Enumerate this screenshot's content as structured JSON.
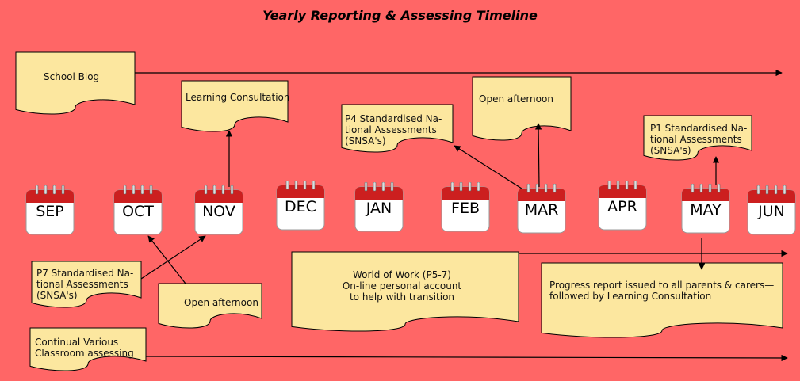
{
  "title": "Yearly Reporting & Assessing Timeline",
  "months": [
    "SEP",
    "OCT",
    "NOV",
    "DEC",
    "JAN",
    "FEB",
    "MAR",
    "APR",
    "MAY",
    "JUN"
  ],
  "notes": {
    "school_blog": "School Blog",
    "learning_consultation": "Learning Consultation",
    "p4_snsa": "P4 Standardised Na-\ntional Assessments\n(SNSA's)",
    "open_afternoon_mar": "Open afternoon",
    "p1_snsa": "P1 Standardised Na-\ntional Assessments\n(SNSA's)",
    "p7_snsa": "P7 Standardised Na-\ntional Assessments\n(SNSA's)",
    "open_afternoon_nov": "Open afternoon",
    "world_of_work": "World of Work (P5-7)\nOn-line personal account\nto help with transition",
    "progress_report": "Progress report issued to all parents & carers—\nfollowed by Learning Consultation",
    "classroom_assessing": "Continual Various\nClassroom assessing"
  },
  "colors": {
    "background": "#ff6666",
    "note_fill": "#fce79f",
    "calendar_top": "#cc1f1f",
    "calendar_body": "#ffffff"
  }
}
